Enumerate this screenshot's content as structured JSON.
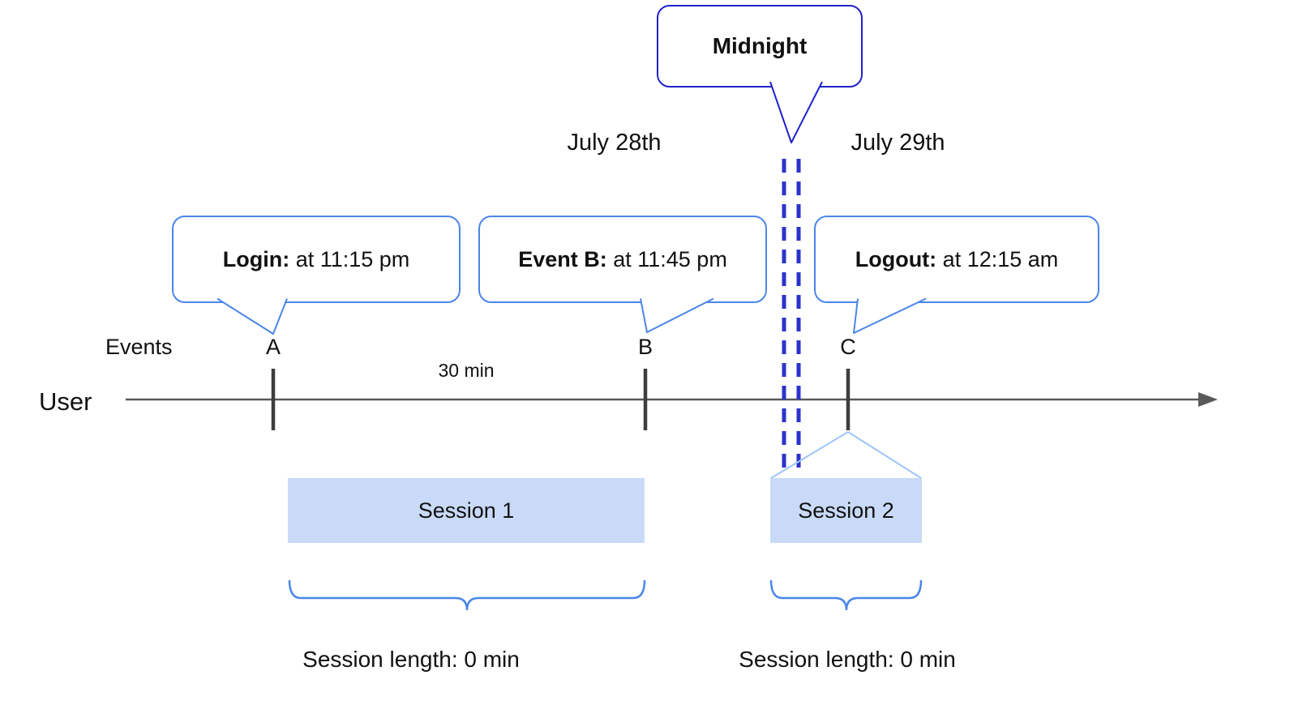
{
  "diagram": {
    "midnight": {
      "label": "Midnight"
    },
    "dates": {
      "left": "July 28th",
      "right": "July 29th"
    },
    "axis": {
      "events_label": "Events",
      "user_label": "User",
      "interval_label": "30 min"
    },
    "events": [
      {
        "marker": "A",
        "callout_title": "Login:",
        "callout_detail": " at 11:15 pm"
      },
      {
        "marker": "B",
        "callout_title": "Event B:",
        "callout_detail": " at 11:45 pm"
      },
      {
        "marker": "C",
        "callout_title": "Logout:",
        "callout_detail": " at 12:15 am"
      }
    ],
    "sessions": [
      {
        "label": "Session 1",
        "length_label": "Session length: 0 min"
      },
      {
        "label": "Session 2",
        "length_label": "Session length: 0 min"
      }
    ],
    "colors": {
      "callout_border": "#4a86e8",
      "midnight_border": "#1f22c9",
      "dashed_midnight_line": "#2b33cc",
      "session_fill": "#c9daf8",
      "brace": "#4a86e8",
      "timeline": "#595959",
      "tick": "#3d3d3d",
      "connector": "#9fc5f8"
    }
  }
}
